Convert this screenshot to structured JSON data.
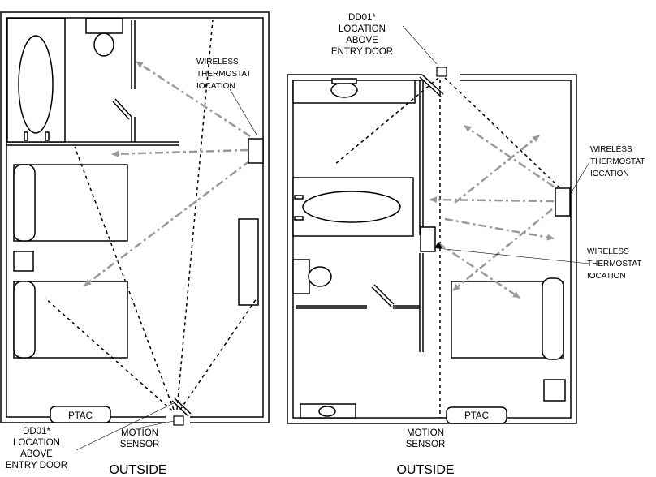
{
  "left_plan": {
    "thermostat_label": [
      "WIRELESS",
      "THERMOSTAT",
      "IOCATION"
    ],
    "ptac_label": "PTAC",
    "dd01_label": [
      "DD01*",
      "LOCATION",
      "ABOVE",
      "ENTRY DOOR"
    ],
    "motion_label": [
      "MOTION",
      "SENSOR"
    ],
    "outside_label": "OUTSIDE"
  },
  "right_plan": {
    "dd01_label": [
      "DD01*",
      "LOCATION",
      "ABOVE",
      "ENTRY DOOR"
    ],
    "thermostat_label_1": [
      "WIRELESS",
      "THERMOSTAT",
      "IOCATION"
    ],
    "thermostat_label_2": [
      "WIRELESS",
      "THERMOSTAT",
      "IOCATION"
    ],
    "ptac_label": "PTAC",
    "motion_label": [
      "MOTION",
      "SENSOR"
    ],
    "outside_label": "OUTSIDE"
  },
  "colors": {
    "wall": "#000000",
    "signal": "#999999",
    "sensor_line": "#000000"
  }
}
